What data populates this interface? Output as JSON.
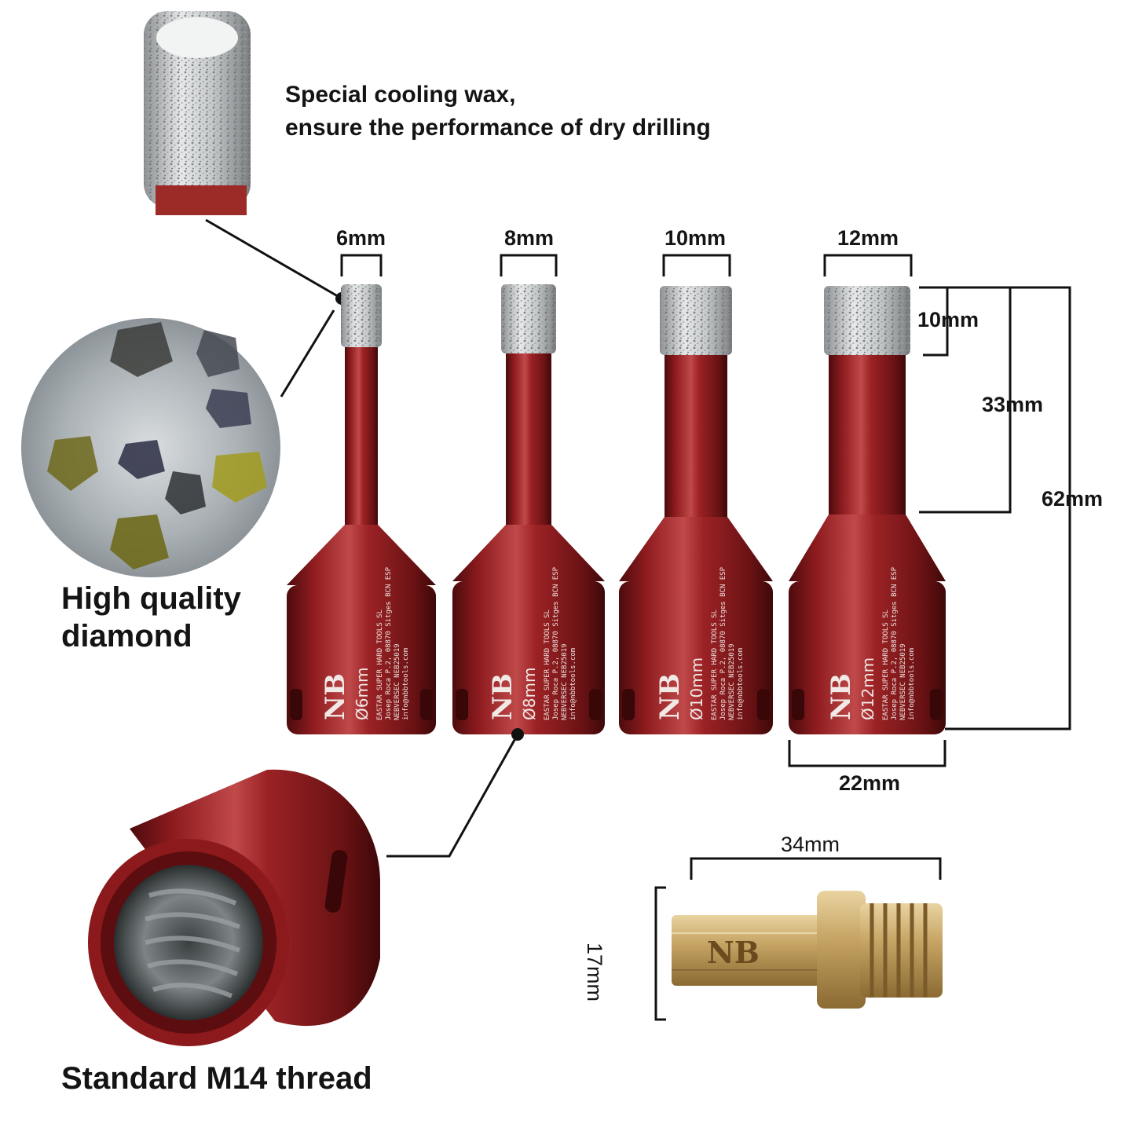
{
  "captions": {
    "wax_line1": "Special cooling wax,",
    "wax_line2": "ensure the performance of dry drilling",
    "diamond_line1": "High quality",
    "diamond_line2": "diamond",
    "thread": "Standard M14 thread"
  },
  "bits": [
    {
      "diameter": "6mm",
      "marking": "Ø6mm"
    },
    {
      "diameter": "8mm",
      "marking": "Ø8mm"
    },
    {
      "diameter": "10mm",
      "marking": "Ø10mm"
    },
    {
      "diameter": "12mm",
      "marking": "Ø12mm"
    }
  ],
  "dimensions": {
    "segment_height": "10mm",
    "shank_length": "33mm",
    "total_length": "62mm",
    "base_width": "22mm",
    "adapter_length": "34mm",
    "adapter_height": "17mm"
  },
  "engraving": {
    "brand": "NB",
    "line1": "EASTAR SUPER HARD TOOLS SL",
    "line2": "Josep Roca P.2, 08870 Sitges BCN ESP",
    "line3": "NEBVERSEC NEB25019",
    "line4": "info@nbbtools.com"
  },
  "colors": {
    "tool_red": "#8e1b1d",
    "tool_red_dark": "#5a0e10",
    "diamond_silver": "#c9cbcc",
    "adapter_gold": "#c8a86a",
    "dimension_line": "#111111"
  }
}
